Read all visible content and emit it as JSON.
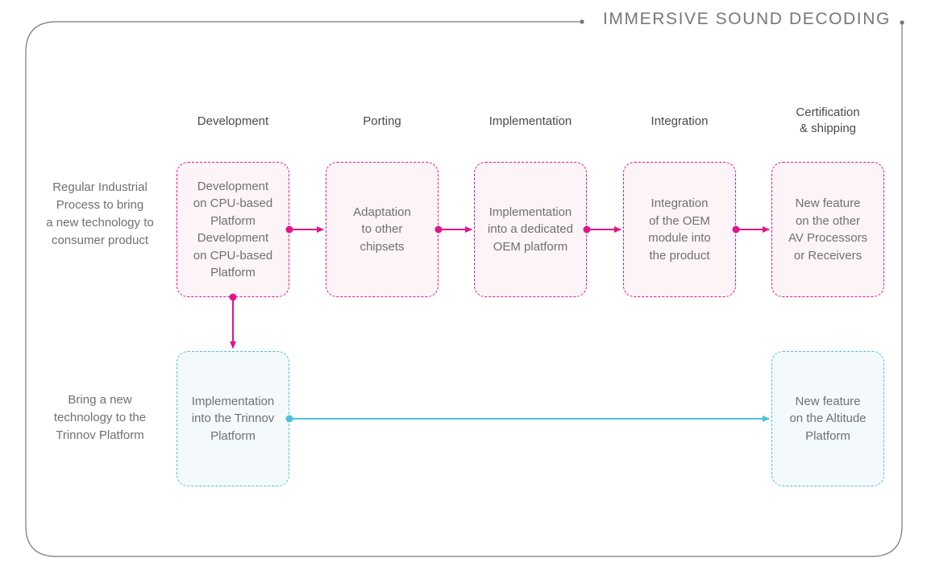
{
  "title": "IMMERSIVE SOUND DECODING",
  "colors": {
    "pink": "#e0158a",
    "blue": "#4ec1dd",
    "frame": "#777777"
  },
  "columns": [
    {
      "label": "Development"
    },
    {
      "label": "Porting"
    },
    {
      "label": "Implementation"
    },
    {
      "label": "Integration"
    },
    {
      "label": "Certification\n& shipping"
    }
  ],
  "rows": [
    {
      "label": "Regular Industrial\nProcess to bring\na new technology to\nconsumer product"
    },
    {
      "label": "Bring a new\ntechnology to the\nTrinnov Platform"
    }
  ],
  "pink_boxes": [
    {
      "text": "Development\non CPU-based\nPlatform\nDevelopment\non CPU-based\nPlatform"
    },
    {
      "text": "Adaptation\nto other\nchipsets"
    },
    {
      "text": "Implementation\ninto a dedicated\nOEM platform"
    },
    {
      "text": "Integration\nof the OEM\nmodule into\nthe product"
    },
    {
      "text": "New feature\non the other\nAV Processors\nor Receivers"
    }
  ],
  "blue_boxes": [
    {
      "text": "Implementation\ninto the Trinnov\nPlatform"
    },
    {
      "text": "New feature\non the Altitude\nPlatform"
    }
  ]
}
